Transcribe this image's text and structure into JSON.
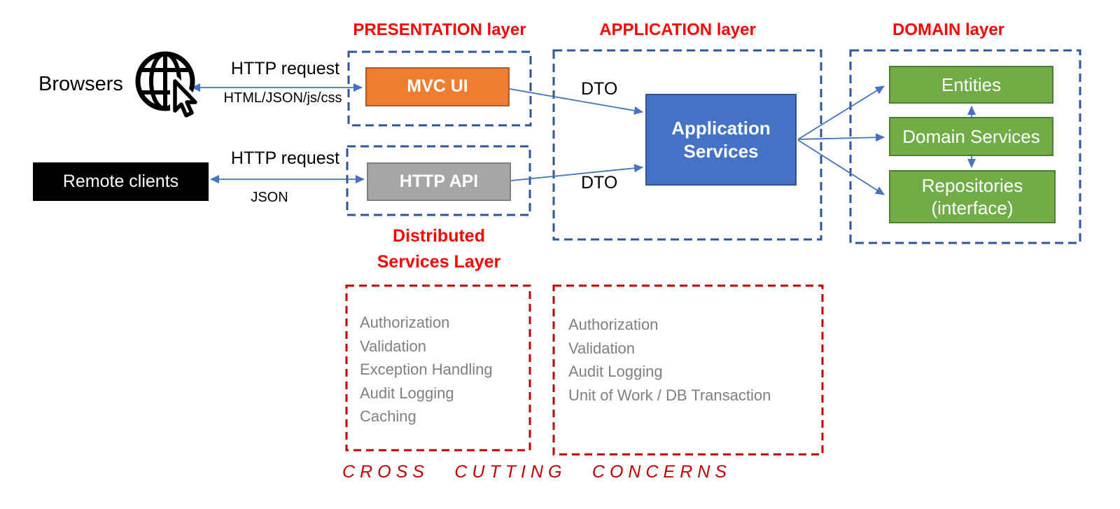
{
  "colors": {
    "title-red": "#FF0000",
    "box-red": "#C00000",
    "dashed-blue": "#2F5597",
    "arrow-blue": "#4472C4",
    "orange-fill": "#ED7D31",
    "orange-border": "#AE5A21",
    "gray-fill": "#A6A6A6",
    "gray-border": "#7F7F7F",
    "blue-fill": "#4472C4",
    "blue-border": "#2F5597",
    "green-fill": "#70AD47",
    "green-border": "#507E32",
    "muted-text": "#7F7F7F",
    "client-black": "#000000"
  },
  "clients": {
    "browsers_label": "Browsers",
    "remote_clients_label": "Remote clients",
    "browser_link": {
      "top": "HTTP request",
      "bottom": "HTML/JSON/js/css"
    },
    "remote_link": {
      "top": "HTTP request",
      "bottom": "JSON"
    }
  },
  "presentation": {
    "title": "PRESENTATION layer",
    "mvc_ui_label": "MVC UI",
    "http_api_label": "HTTP API",
    "distributed_title": "Distributed Services Layer"
  },
  "application": {
    "title": "APPLICATION layer",
    "app_services_label": "Application Services",
    "dto_top": "DTO",
    "dto_bottom": "DTO"
  },
  "domain": {
    "title": "DOMAIN layer",
    "entities_label": "Entities",
    "domain_services_label": "Domain Services",
    "repositories_label": "Repositories (interface)"
  },
  "cross_cutting": {
    "left_box_items": [
      "Authorization",
      "Validation",
      "Exception Handling",
      "Audit Logging",
      "Caching"
    ],
    "right_box_items": [
      "Authorization",
      "Validation",
      "Audit Logging",
      "Unit of Work / DB Transaction"
    ],
    "footer": "CROSS CUTTING CONCERNS"
  }
}
